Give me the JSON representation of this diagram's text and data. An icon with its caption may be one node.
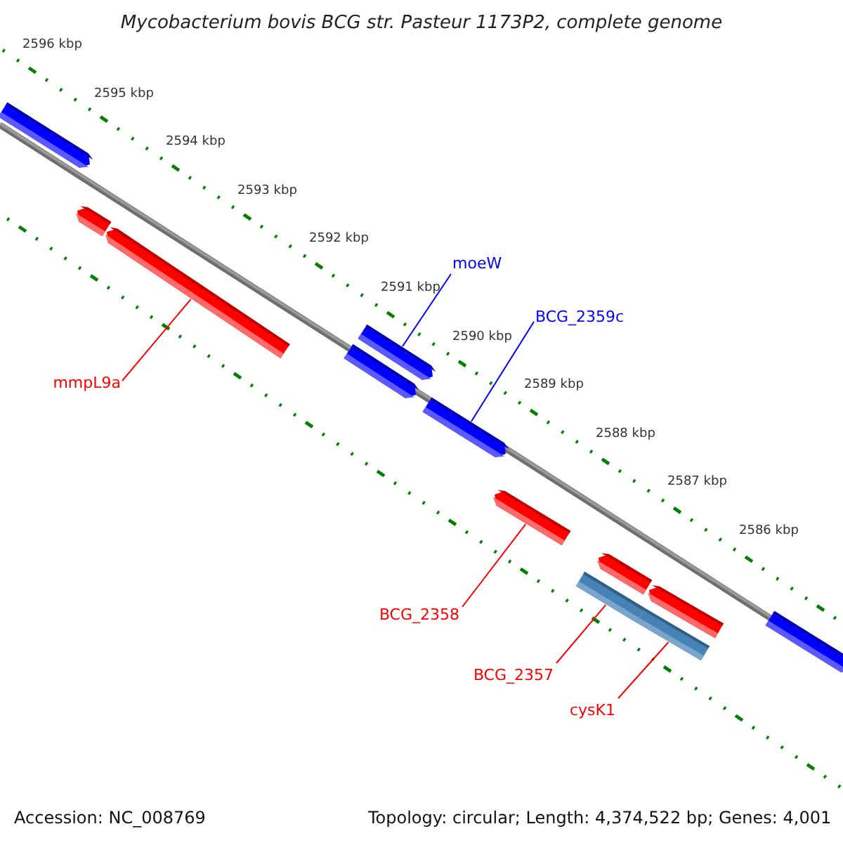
{
  "diagram": {
    "title": "Mycobacterium bovis BCG str. Pasteur 1173P2, complete genome",
    "nodes": [
      {
        "text": [],
        "shape": "bar"
      },
      {
        "text": [],
        "shape": "bar"
      },
      {
        "text": [],
        "shape": "bar"
      },
      {
        "text": [],
        "shape": "bar"
      },
      {
        "text": [],
        "shape": "bar"
      },
      {
        "text": [],
        "shape": "bar"
      },
      {
        "text": [],
        "shape": "bar"
      },
      {
        "text": [],
        "shape": "bar"
      },
      {
        "text": [],
        "shape": "bar"
      },
      {
        "text": [],
        "shape": "bar"
      },
      {
        "text": [],
        "shape": "bar"
      },
      {
        "text": [],
        "shape": "bar"
      },
      {
        "text": [
          "moeW"
        ]
      },
      {
        "text": [
          "BCG_2359c"
        ]
      },
      {
        "text": [
          "mmpL9a"
        ]
      },
      {
        "text": [
          "BCG_2358"
        ]
      },
      {
        "text": [
          "BCG_2357"
        ]
      },
      {
        "text": [
          "cysK1"
        ]
      }
    ],
    "edges": [
      {
        "from": 12,
        "to": 3,
        "arrow": "none",
        "color": "#0000ff"
      },
      {
        "from": 13,
        "to": 5,
        "arrow": "none",
        "color": "#0000ff"
      },
      {
        "from": 14,
        "to": 2,
        "arrow": "none",
        "color": "#ff0000"
      },
      {
        "from": 15,
        "to": 6,
        "arrow": "none",
        "color": "#ff0000"
      },
      {
        "from": 16,
        "to": 9,
        "arrow": "none",
        "color": "#ff0000"
      },
      {
        "from": 17,
        "to": 10,
        "arrow": "none",
        "color": "#ff0000"
      }
    ],
    "labels": [
      "2596 kbp",
      "2595 kbp",
      "2594 kbp",
      "2593 kbp",
      "2592 kbp",
      "2591 kbp",
      "2590 kbp",
      "2589 kbp",
      "2588 kbp",
      "2587 kbp",
      "2586 kbp",
      "Accession: NC_008769",
      "Topology: circular; Length: 4,374,522 bp; Genes: 4,001"
    ]
  }
}
